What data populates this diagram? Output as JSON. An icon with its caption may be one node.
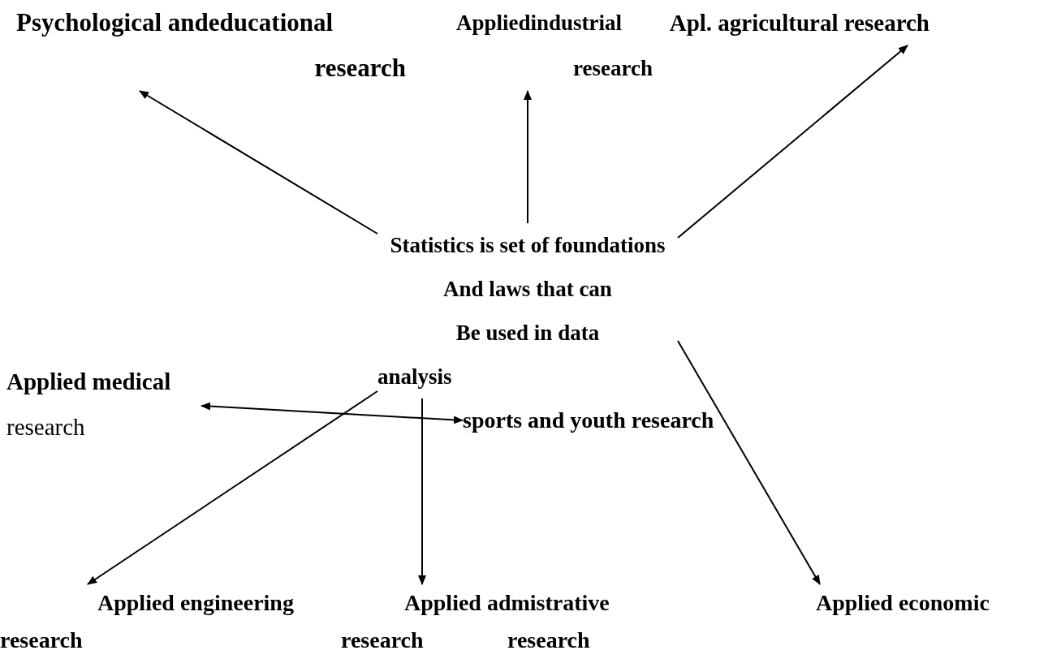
{
  "diagram": {
    "nodes": [
      {
        "text": [
          "Psychological andeducational research"
        ]
      },
      {
        "text": [
          "Appliedindustrial research"
        ]
      },
      {
        "text": [
          "Apl. agricultural research"
        ]
      },
      {
        "text": [
          "Statistics is set of foundations",
          "And laws that can",
          "Be used in data",
          "analysis"
        ]
      },
      {
        "text": [
          "sports and youth research"
        ]
      },
      {
        "text": [
          "**Applied medical** research"
        ]
      },
      {
        "text": [
          "Applied engineering research"
        ]
      },
      {
        "text": [
          "Applied admistrative research"
        ]
      },
      {
        "text": [
          "Applied economic research"
        ]
      }
    ],
    "edges": [
      {
        "from": 3,
        "to": 0,
        "arrow": "to"
      },
      {
        "from": 3,
        "to": 1,
        "arrow": "to"
      },
      {
        "from": 3,
        "to": 2,
        "arrow": "to"
      },
      {
        "from": 5,
        "to": 4,
        "arrow": "both"
      },
      {
        "from": 3,
        "to": 6,
        "arrow": "to"
      },
      {
        "from": 3,
        "to": 7,
        "arrow": "to"
      },
      {
        "from": 3,
        "to": 8,
        "arrow": "to"
      }
    ]
  }
}
